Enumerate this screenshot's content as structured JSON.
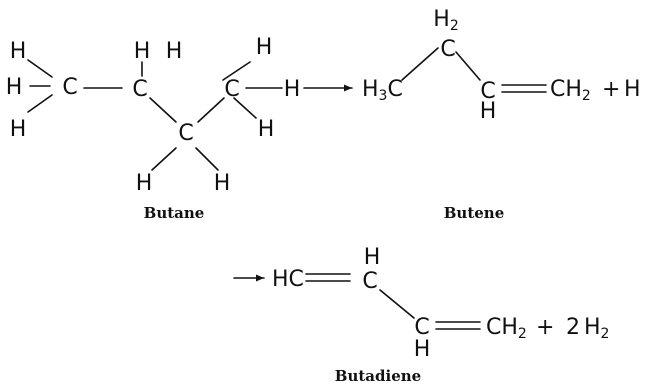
{
  "atoms": {
    "carbon": "C",
    "hydrogen": "H"
  },
  "groups": {
    "h3c_main": "H",
    "h3c_sub": "3",
    "h3c_tail": "C",
    "ch2_main": "CH",
    "ch2_sub": "2",
    "hc_main": "HC",
    "h2_sub": "2",
    "h2_main": "H"
  },
  "reaction1": {
    "plus": "+",
    "product_extra": "H"
  },
  "reaction2": {
    "plus": "+",
    "coefficient": "2"
  },
  "labels": {
    "butane": "Butane",
    "butene": "Butene",
    "butadiene": "Butadiene"
  }
}
